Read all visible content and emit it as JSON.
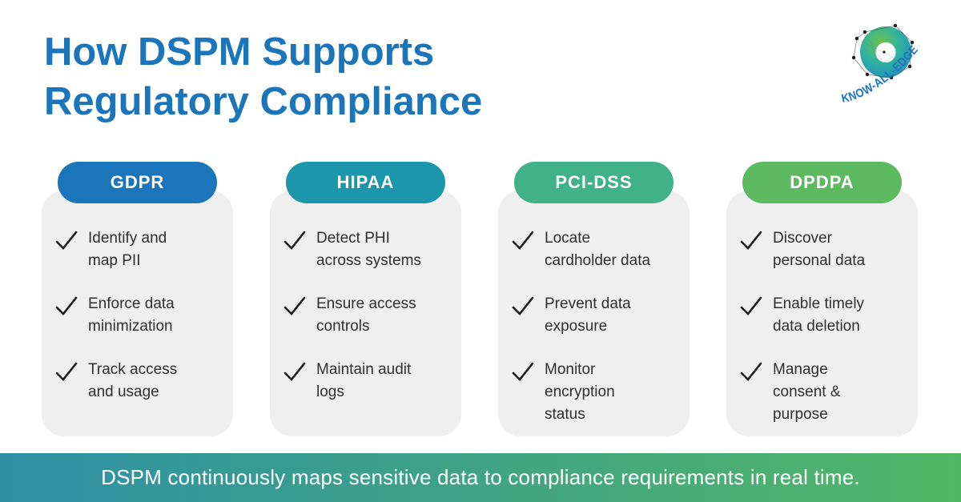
{
  "title": {
    "line1": "How DSPM Supports",
    "line2": "Regulatory Compliance"
  },
  "logo": {
    "brand": "KNOW-ALL-EDGE"
  },
  "columns": [
    {
      "label": "GDPR",
      "color": "#1b75bb",
      "items": [
        "Identify and\nmap PII",
        "Enforce data\nminimization",
        "Track access\nand usage"
      ]
    },
    {
      "label": "HIPAA",
      "color": "#1b96ab",
      "items": [
        "Detect PHI\nacross systems",
        "Ensure access\ncontrols",
        "Maintain audit\nlogs"
      ]
    },
    {
      "label": "PCI-DSS",
      "color": "#41b189",
      "items": [
        "Locate\ncardholder data",
        "Prevent data\nexposure",
        "Monitor\nencryption\nstatus"
      ]
    },
    {
      "label": "DPDPA",
      "color": "#5cb95f",
      "items": [
        "Discover\npersonal data",
        "Enable timely\ndata deletion",
        " Manage\nconsent &\npurpose"
      ]
    }
  ],
  "footer": {
    "text": "DSPM continuously maps sensitive data to compliance requirements in real time.",
    "gradient_left": "#2e90a5",
    "gradient_right": "#52b765"
  },
  "colors": {
    "title": "#1b75bb",
    "card_bg": "#efefef",
    "item_text": "#303030",
    "check": "#1c1c1c",
    "logo_text": "#1b75bb"
  }
}
